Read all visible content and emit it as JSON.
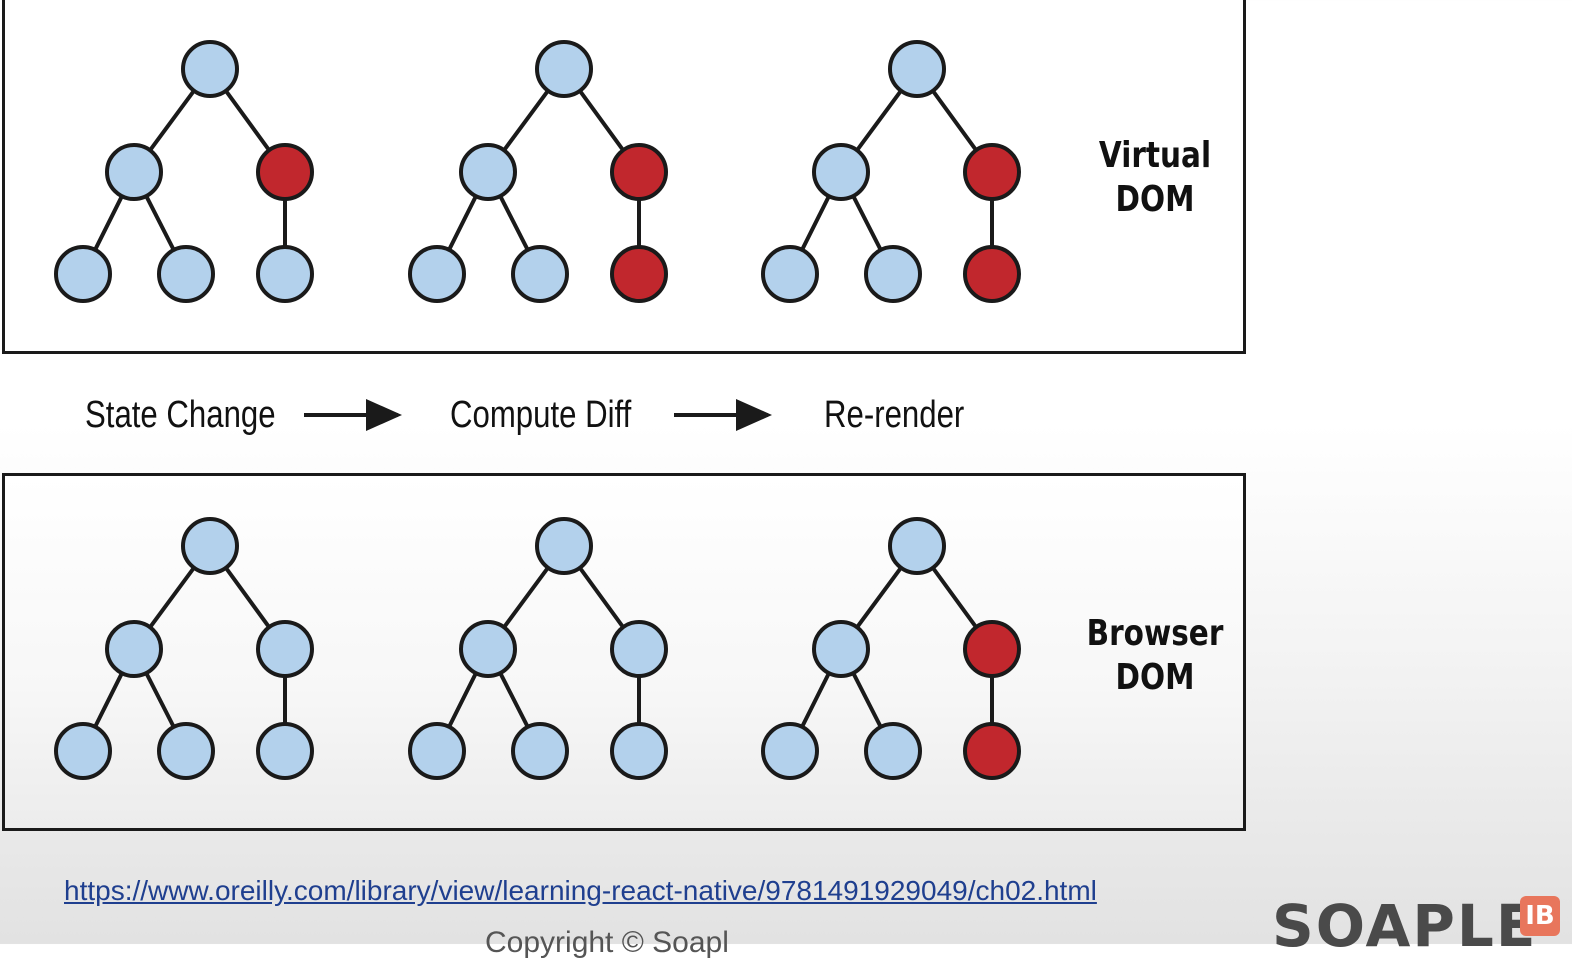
{
  "panels": {
    "virtual_dom": {
      "label_line1": "Virtual",
      "label_line2": "DOM",
      "trees": [
        [
          "normal",
          "normal",
          "changed",
          "normal",
          "normal",
          "normal"
        ],
        [
          "normal",
          "normal",
          "changed",
          "normal",
          "normal",
          "changed"
        ],
        [
          "normal",
          "normal",
          "changed",
          "normal",
          "normal",
          "changed"
        ]
      ]
    },
    "browser_dom": {
      "label_line1": "Browser",
      "label_line2": "DOM",
      "trees": [
        [
          "normal",
          "normal",
          "normal",
          "normal",
          "normal",
          "normal"
        ],
        [
          "normal",
          "normal",
          "normal",
          "normal",
          "normal",
          "normal"
        ],
        [
          "normal",
          "normal",
          "changed",
          "normal",
          "normal",
          "changed"
        ]
      ]
    }
  },
  "steps": {
    "state_change": "State Change",
    "compute_diff": "Compute Diff",
    "re_render": "Re-render"
  },
  "colors": {
    "node_normal": "#b3d1ec",
    "node_changed": "#c1272d",
    "stroke": "#1a1a1a",
    "link": "#1f3f8f"
  },
  "footer": {
    "source_url": "https://www.oreilly.com/library/view/learning-react-native/9781491929049/ch02.html",
    "copyright": "Copyright © Soapl",
    "brand": "SOAPLE",
    "brand_badge": "IB"
  }
}
